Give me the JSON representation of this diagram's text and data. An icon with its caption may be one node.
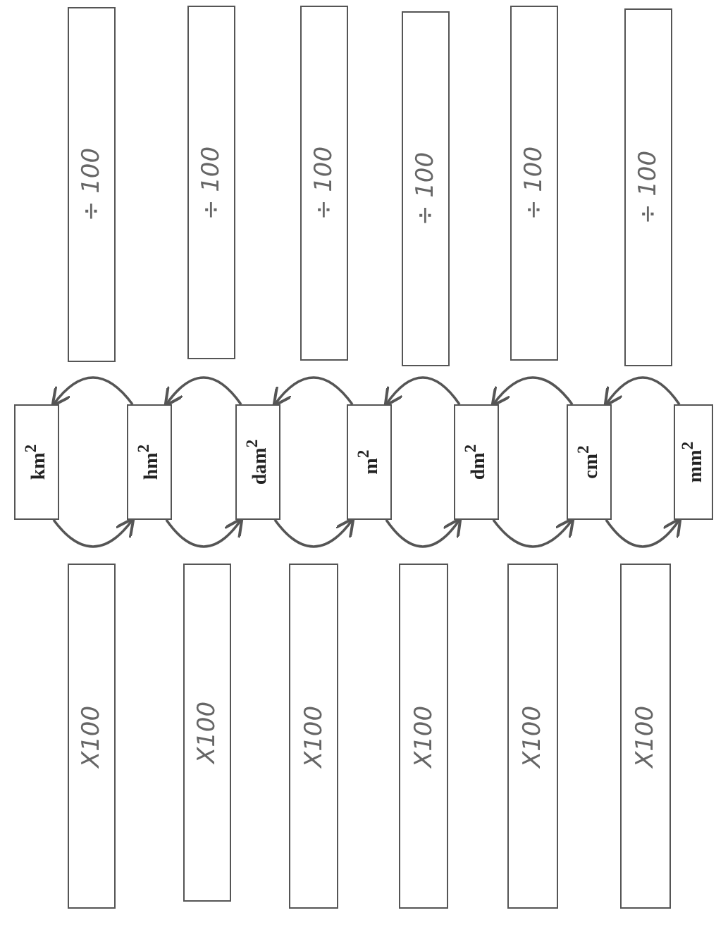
{
  "diagram": {
    "nodes": [
      {
        "text": [
          "km$^{2}$"
        ]
      },
      {
        "text": [
          "hm$^{2}$"
        ]
      },
      {
        "text": [
          "dam$^{2}$"
        ]
      },
      {
        "text": [
          "m$^{2}$"
        ]
      },
      {
        "text": [
          "dm$^{2}$"
        ]
      },
      {
        "text": [
          "cm$^{2}$"
        ]
      },
      {
        "text": [
          "mm$^{2}$"
        ]
      },
      {
        "text": [
          "÷ 100"
        ]
      },
      {
        "text": [
          "÷ 100"
        ]
      },
      {
        "text": [
          "÷ 100"
        ]
      },
      {
        "text": [
          "÷ 100"
        ]
      },
      {
        "text": [
          "÷ 100"
        ]
      },
      {
        "text": [
          "÷ 100"
        ]
      },
      {
        "text": [
          "X100"
        ]
      },
      {
        "text": [
          "X100"
        ]
      },
      {
        "text": [
          "X100"
        ]
      },
      {
        "text": [
          "X100"
        ]
      },
      {
        "text": [
          "X100"
        ]
      },
      {
        "text": [
          "X100"
        ]
      }
    ],
    "edges": [
      {
        "from": 0,
        "to": 1,
        "arrow": "to"
      },
      {
        "from": 1,
        "to": 0,
        "arrow": "to"
      },
      {
        "from": 1,
        "to": 2,
        "arrow": "to"
      },
      {
        "from": 2,
        "to": 1,
        "arrow": "to"
      },
      {
        "from": 2,
        "to": 3,
        "arrow": "to"
      },
      {
        "from": 3,
        "to": 2,
        "arrow": "to"
      },
      {
        "from": 3,
        "to": 4,
        "arrow": "to"
      },
      {
        "from": 4,
        "to": 3,
        "arrow": "to"
      },
      {
        "from": 4,
        "to": 5,
        "arrow": "to"
      },
      {
        "from": 5,
        "to": 4,
        "arrow": "to"
      },
      {
        "from": 5,
        "to": 6,
        "arrow": "to"
      },
      {
        "from": 6,
        "to": 5,
        "arrow": "to"
      }
    ]
  }
}
